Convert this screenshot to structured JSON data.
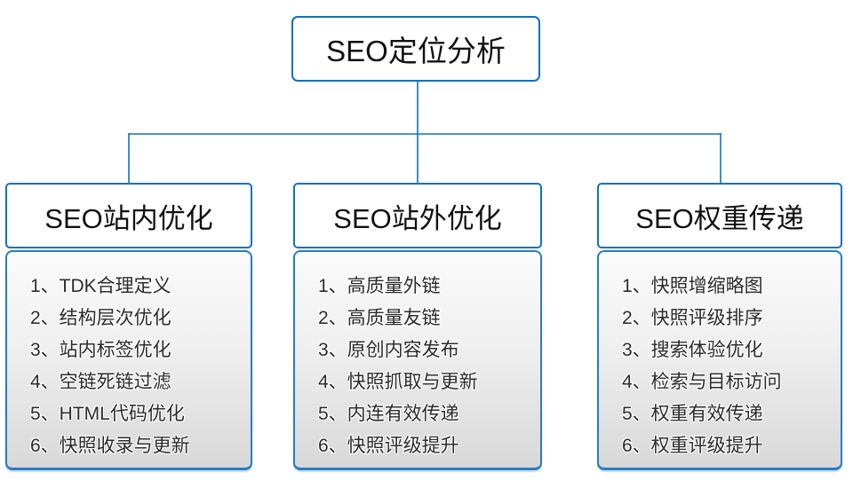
{
  "diagram": {
    "root": {
      "title": "SEO定位分析"
    },
    "branches": [
      {
        "title": "SEO站内优化",
        "items": [
          "1、TDK合理定义",
          "2、结构层次优化",
          "3、站内标签优化",
          "4、空链死链过滤",
          "5、HTML代码优化",
          "6、快照收录与更新"
        ]
      },
      {
        "title": "SEO站外优化",
        "items": [
          "1、高质量外链",
          "2、高质量友链",
          "3、原创内容发布",
          "4、快照抓取与更新",
          "5、内连有效传递",
          "6、快照评级提升"
        ]
      },
      {
        "title": "SEO权重传递",
        "items": [
          "1、快照增缩略图",
          "2、快照评级排序",
          "3、搜索体验优化",
          "4、检索与目标访问",
          "5、权重有效传递",
          "6、权重评级提升"
        ]
      }
    ],
    "colors": {
      "connector_line": "#1071c1",
      "box_border": "#1071c1",
      "list_bg_top": "#fbfbfb",
      "list_bg_bottom": "#d8d8d8",
      "text": "#2b2b2b"
    }
  }
}
